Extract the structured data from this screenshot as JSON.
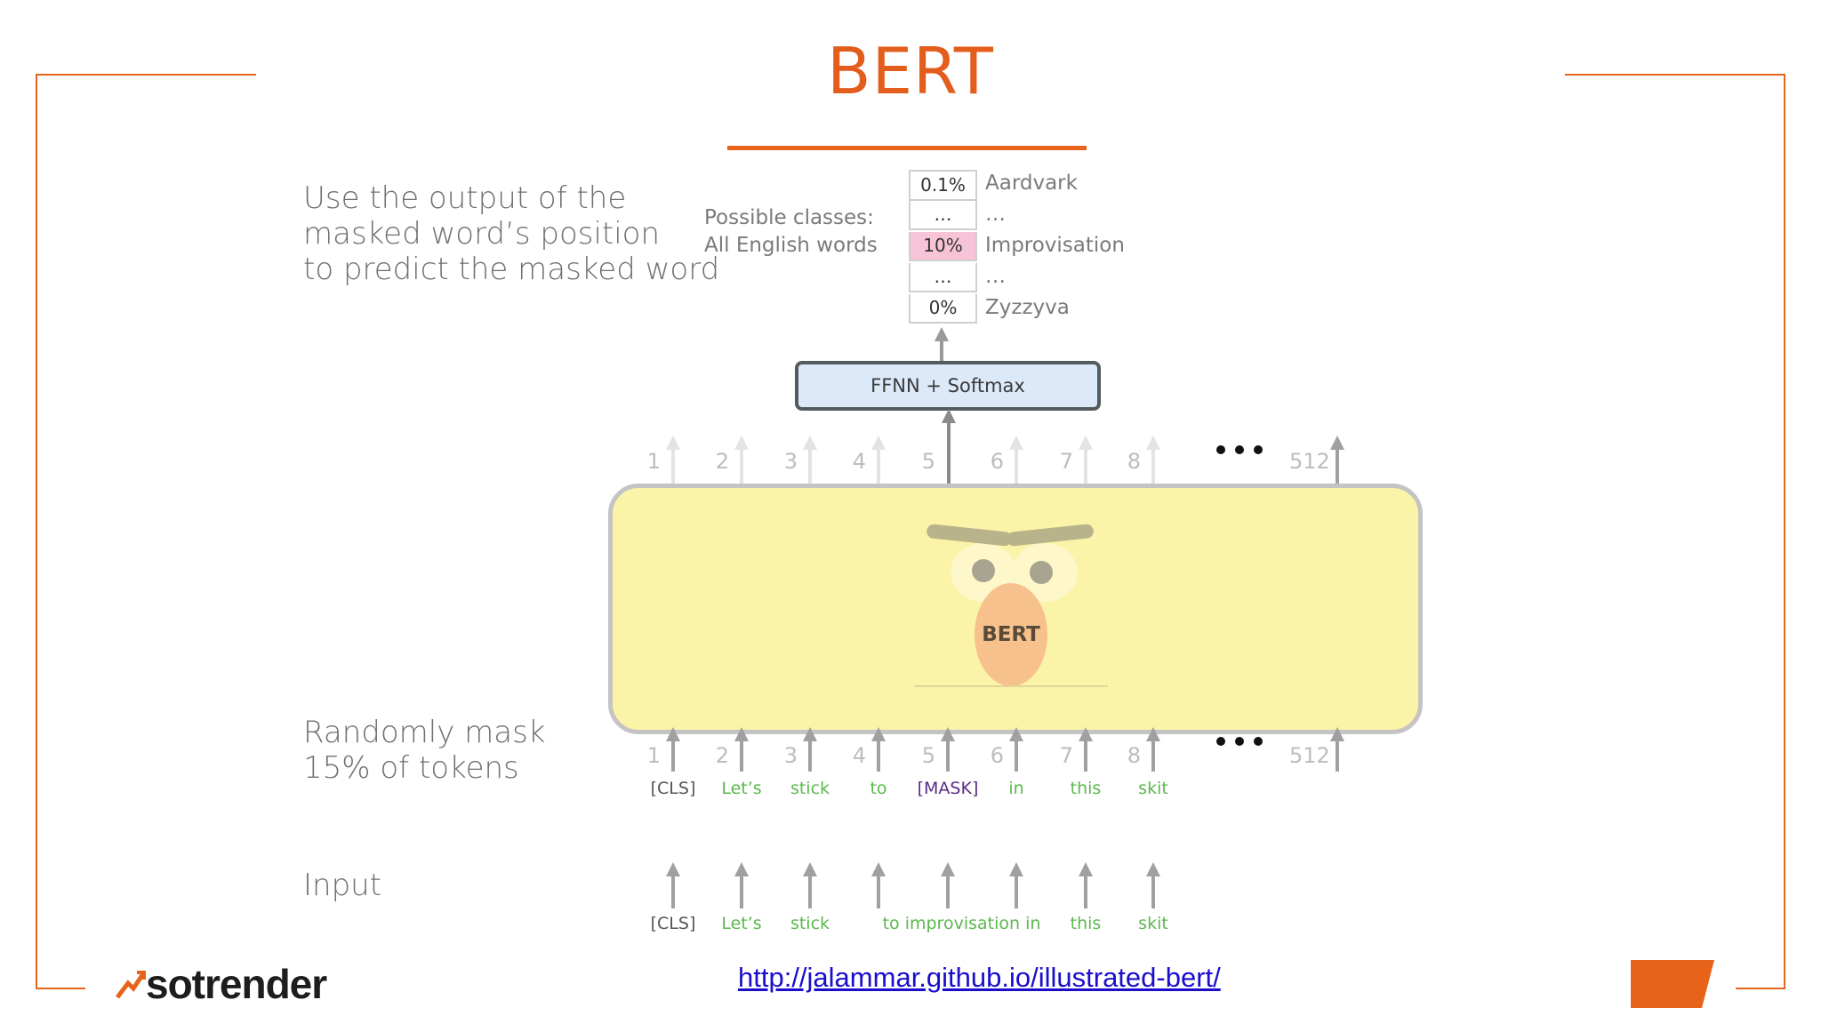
{
  "title": "BERT",
  "left_text": {
    "instruction_lines": [
      "Use the output of the",
      "masked word’s position",
      "to predict the masked word"
    ],
    "mask_lines": [
      "Randomly mask",
      "15% of tokens"
    ],
    "input_label": "Input"
  },
  "classes_label": [
    "Possible classes:",
    "All English words"
  ],
  "probabilities": [
    {
      "value": "0.1%",
      "word": "Aardvark",
      "highlight": false
    },
    {
      "value": "…",
      "word": "…",
      "highlight": false
    },
    {
      "value": "10%",
      "word": "Improvisation",
      "highlight": true
    },
    {
      "value": "…",
      "word": "…",
      "highlight": false
    },
    {
      "value": "0%",
      "word": "Zyzzyva",
      "highlight": false
    }
  ],
  "ffnn_label": "FFNN + Softmax",
  "model_label": "BERT",
  "positions": [
    "1",
    "2",
    "3",
    "4",
    "5",
    "6",
    "7",
    "8"
  ],
  "last_position": "512",
  "masked_tokens": [
    "[CLS]",
    "Let’s",
    "stick",
    "to",
    "[MASK]",
    "in",
    "this",
    "skit"
  ],
  "input_tokens": [
    "[CLS]",
    "Let’s",
    "stick",
    "to improvisation in",
    "this",
    "skit"
  ],
  "url": "http://jalammar.github.io/illustrated-bert/",
  "logo": "sotrender",
  "colors": {
    "accent": "#e8631a",
    "token_green": "#5cb84e",
    "mask_purple": "#5a2d82",
    "highlight_pink": "#f7c3d6",
    "model_yellow": "#fbf3a8"
  }
}
